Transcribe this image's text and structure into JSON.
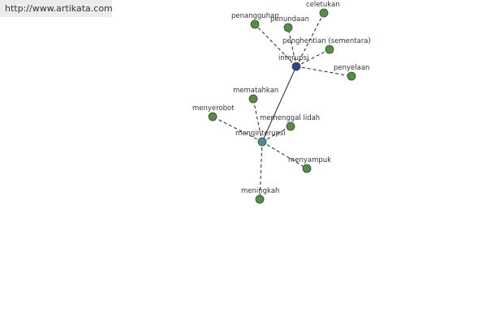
{
  "banner": {
    "url": "http://www.artikata.com"
  },
  "colors": {
    "leaf": "#5a8a4a",
    "hub_primary": "#3a3f8f",
    "hub_secondary": "#4e8a9a",
    "outline": "#2f4f2f"
  },
  "nodes": [
    {
      "id": "interupsi",
      "label": "interupsi",
      "kind": "hub_primary"
    },
    {
      "id": "menginterupsi",
      "label": "menginterupsi",
      "kind": "hub_secondary"
    },
    {
      "id": "celetukan",
      "label": "celetukan",
      "kind": "leaf"
    },
    {
      "id": "penangguhan",
      "label": "penangguhan",
      "kind": "leaf"
    },
    {
      "id": "penundaan",
      "label": "penundaan",
      "kind": "leaf"
    },
    {
      "id": "penghentian",
      "label": "penghentian (sementara)",
      "kind": "leaf"
    },
    {
      "id": "penyelaan",
      "label": "penyelaan",
      "kind": "leaf"
    },
    {
      "id": "mematahkan",
      "label": "mematahkan",
      "kind": "leaf"
    },
    {
      "id": "menyerobot",
      "label": "menyerobot",
      "kind": "leaf"
    },
    {
      "id": "memenggal",
      "label": "memenggal lidah",
      "kind": "leaf"
    },
    {
      "id": "menyampuk",
      "label": "menyampuk",
      "kind": "leaf"
    },
    {
      "id": "meningkah",
      "label": "meningkah",
      "kind": "leaf"
    }
  ],
  "edges": [
    {
      "from": "interupsi",
      "to": "menginterupsi",
      "style": "solid"
    },
    {
      "from": "interupsi",
      "to": "celetukan",
      "style": "dashed"
    },
    {
      "from": "interupsi",
      "to": "penangguhan",
      "style": "dashed"
    },
    {
      "from": "interupsi",
      "to": "penundaan",
      "style": "dashed"
    },
    {
      "from": "interupsi",
      "to": "penghentian",
      "style": "dashed"
    },
    {
      "from": "interupsi",
      "to": "penyelaan",
      "style": "dashed"
    },
    {
      "from": "menginterupsi",
      "to": "mematahkan",
      "style": "dashed"
    },
    {
      "from": "menginterupsi",
      "to": "menyerobot",
      "style": "dashed"
    },
    {
      "from": "menginterupsi",
      "to": "memenggal",
      "style": "dashed"
    },
    {
      "from": "menginterupsi",
      "to": "menyampuk",
      "style": "dashed"
    },
    {
      "from": "menginterupsi",
      "to": "meningkah",
      "style": "dashed"
    }
  ]
}
